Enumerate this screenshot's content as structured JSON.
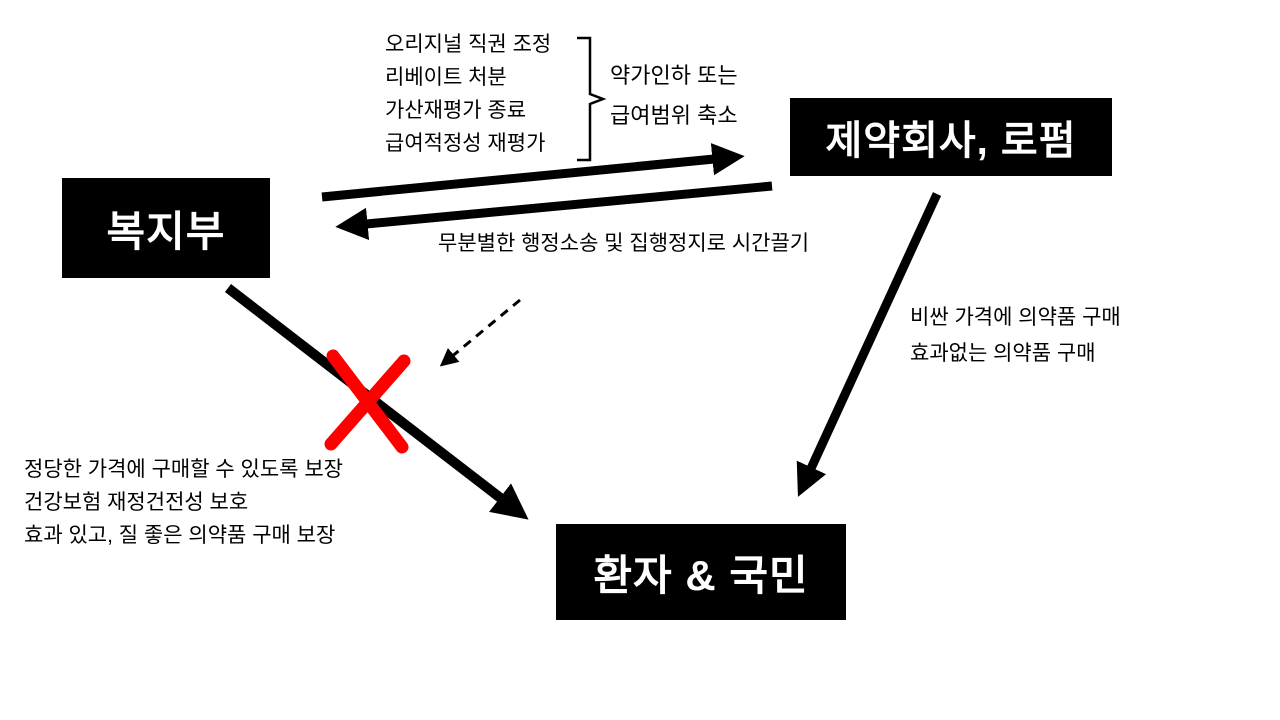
{
  "nodes": {
    "ministry": {
      "label": "복지부"
    },
    "pharma": {
      "label": "제약회사, 로펌"
    },
    "patients": {
      "label": "환자 & 국민"
    }
  },
  "annotations": {
    "measures_list": [
      "오리지널 직권 조정",
      "리베이트 처분",
      "가산재평가 종료",
      "급여적정성 재평가"
    ],
    "bracket_result": [
      "약가인하 또는",
      "급여범위 축소"
    ],
    "litigation": "무분별한 행정소송 및 집행정지로 시간끌기",
    "pharma_to_patients": [
      "비싼 가격에 의약품 구매",
      "효과없는 의약품 구매"
    ],
    "ministry_to_patients": [
      "정당한 가격에 구매할 수 있도록 보장",
      "건강보험 재정건전성 보호",
      "효과 있고, 질 좋은 의약품 구매 보장"
    ]
  },
  "colors": {
    "node_background": "#000000",
    "node_text": "#ffffff",
    "arrow": "#000000",
    "blocked_cross": "#ff0000"
  }
}
